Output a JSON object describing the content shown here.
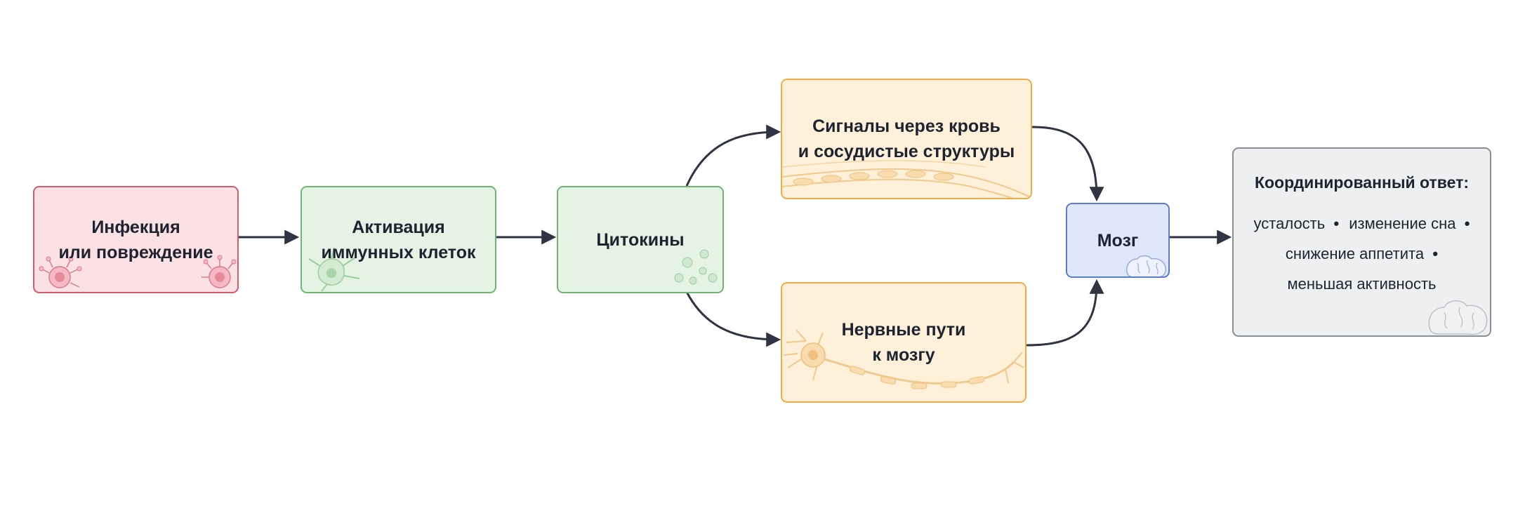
{
  "nodes": {
    "infection": "Инфекция\nили повреждение",
    "activation": "Активация\nиммунных клеток",
    "cytokines": "Цитокины",
    "blood": "Сигналы через кровь\nи сосудистые структуры",
    "nerves": "Нервные пути\nк мозгу",
    "brain": "Мозг",
    "response_title": "Координированный ответ:"
  },
  "response_items": [
    "усталость",
    "изменение сна",
    "снижение аппетита",
    "меньшая активность"
  ],
  "colors": {
    "infection": "#d25b6e",
    "immune": "#6fb670",
    "signals": "#f1ad45",
    "brain": "#5b7bd0",
    "response": "#8a8f96",
    "arrow": "#2e3441"
  }
}
